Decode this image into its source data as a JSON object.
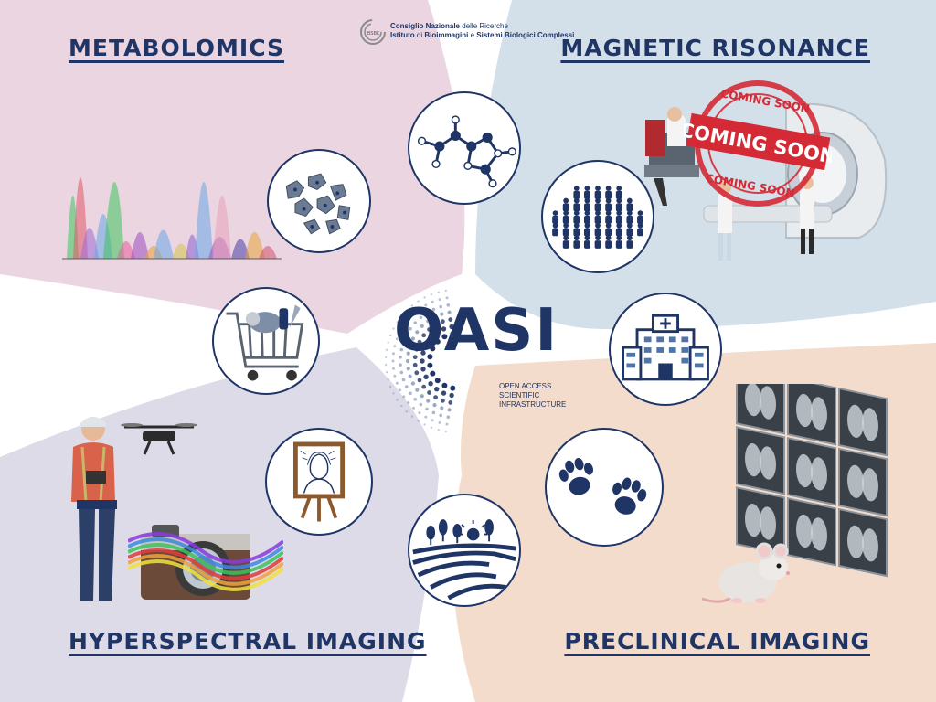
{
  "header": {
    "institution_line1_bold": "Consiglio Nazionale",
    "institution_line1_rest": " delle Ricerche",
    "institution_line2_bold": "Istituto",
    "institution_line2_mid1": " di ",
    "institution_line2_bold2": "Bioimmagini",
    "institution_line2_mid2": " e ",
    "institution_line2_bold3": "Sistemi Biologici Complessi",
    "logo_text": "IBSBC"
  },
  "sections": {
    "metabolomics": "METABOLOMICS",
    "magnetic": "MAGNETIC RISONANCE",
    "hyperspectral": "HYPERSPECTRAL IMAGING",
    "preclinical": "PRECLINICAL IMAGING"
  },
  "center": {
    "title": "OASI",
    "subtitle_line1": "OPEN ACCESS",
    "subtitle_line2": "SCIENTIFIC",
    "subtitle_line3": "INFRASTRUCTURE"
  },
  "stamp": {
    "main": "COMING SOON",
    "ring_top": "COMING SOON",
    "ring_bottom": "COMING SOON"
  },
  "colors": {
    "navy": "#1f3566",
    "pink": "#ead5e1",
    "blue": "#d3e0ea",
    "lavender": "#dddbe8",
    "peach": "#f3dccb",
    "stamp_red": "#d42a35"
  },
  "icons": [
    "cells-icon",
    "molecule-icon",
    "crowd-icon",
    "shopping-cart-icon",
    "hospital-icon",
    "painting-easel-icon",
    "paw-prints-icon",
    "farm-fields-icon"
  ]
}
